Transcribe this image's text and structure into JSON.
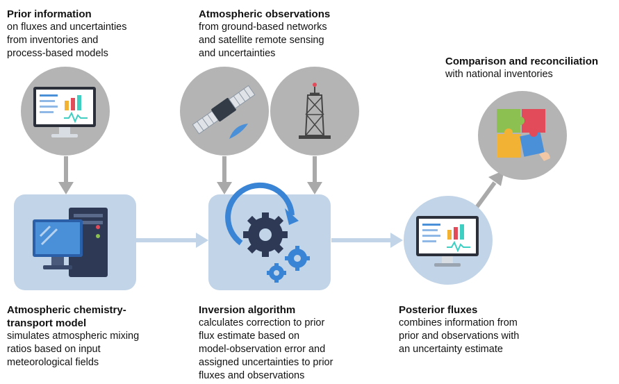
{
  "nodes": {
    "prior": {
      "title": "Prior information",
      "lines": [
        "on fluxes and uncertainties",
        "from inventories and",
        "process-based models"
      ],
      "icon": "monitor-chart-icon"
    },
    "observations": {
      "title": "Atmospheric observations",
      "lines": [
        "from ground-based networks",
        "and satellite remote sensing",
        "and uncertainties"
      ],
      "icons": [
        "satellite-icon",
        "tower-icon"
      ]
    },
    "comparison": {
      "title": "Comparison and reconciliation",
      "lines": [
        "with national inventories"
      ],
      "icon": "puzzle-icon"
    },
    "transport": {
      "title_lines": [
        "Atmospheric chemistry-",
        "transport model"
      ],
      "lines": [
        "simulates atmospheric mixing",
        "ratios based on input",
        "meteorological fields"
      ],
      "icon": "computer-icon"
    },
    "inversion": {
      "title": "Inversion algorithm",
      "lines": [
        "calculates correction to prior",
        "flux estimate based on",
        "model-observation error and",
        "assigned uncertainties to prior",
        "fluxes and observations"
      ],
      "icon": "gears-icon"
    },
    "posterior": {
      "title": "Posterior fluxes",
      "lines": [
        "combines information from",
        "prior and observations with",
        "an uncertainty estimate"
      ],
      "icon": "monitor-chart-icon"
    }
  },
  "colors": {
    "circle": "#b4b4b4",
    "box": "#c2d4e7",
    "arrow_gray": "#a9a9a9",
    "arrow_blue": "#c2d4e7",
    "monitor_blue": "#4a90d9"
  }
}
